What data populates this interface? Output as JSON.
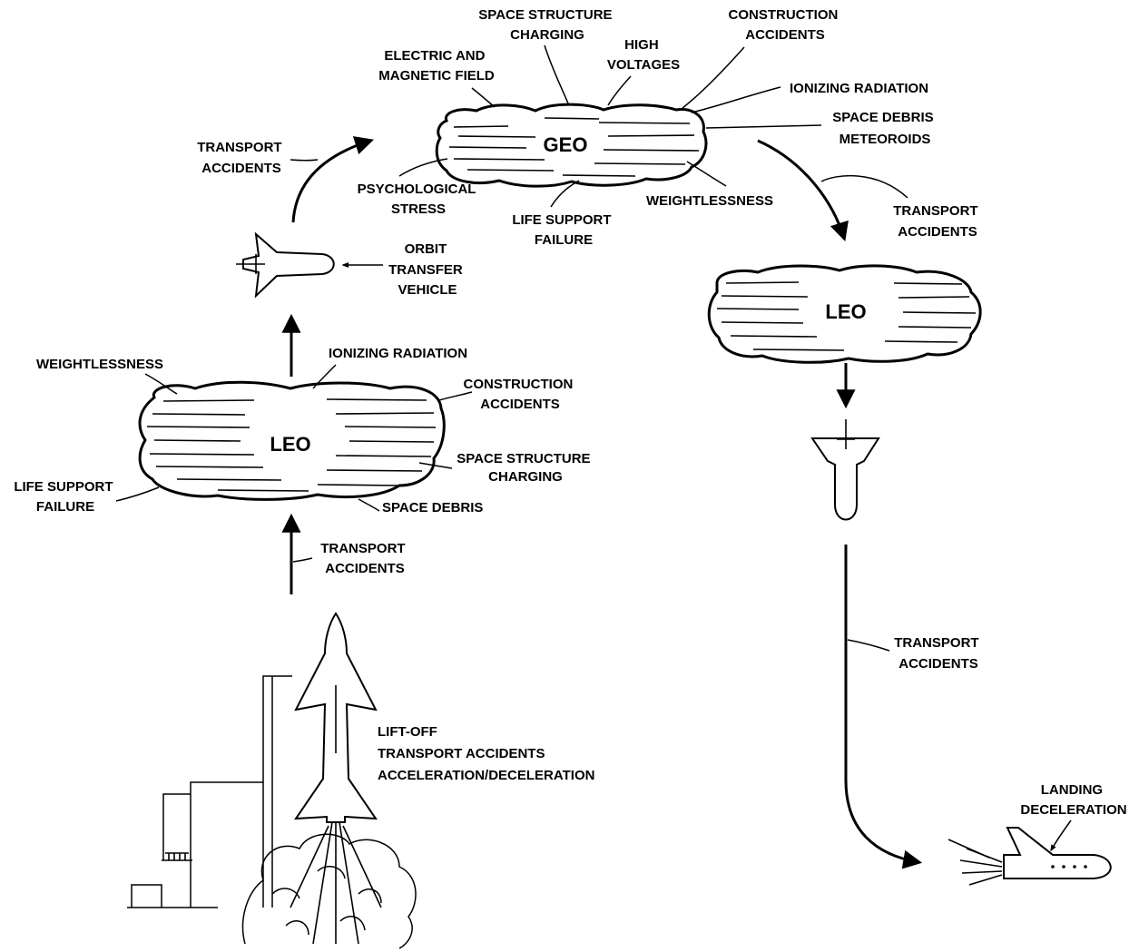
{
  "geo_cloud": {
    "name": "GEO",
    "hazards": {
      "space_structure_charging": [
        "SPACE STRUCTURE",
        "CHARGING"
      ],
      "high_voltages": [
        "HIGH",
        "VOLTAGES"
      ],
      "construction_accidents": [
        "CONSTRUCTION",
        "ACCIDENTS"
      ],
      "electric_magnetic_field": [
        "ELECTRIC AND",
        "MAGNETIC FIELD"
      ],
      "ionizing_radiation": "IONIZING RADIATION",
      "space_debris_meteoroids": [
        "SPACE DEBRIS",
        "METEOROIDS"
      ],
      "psychological_stress": [
        "PSYCHOLOGICAL",
        "STRESS"
      ],
      "life_support_failure": [
        "LIFE SUPPORT",
        "FAILURE"
      ],
      "weightlessness": "WEIGHTLESSNESS"
    }
  },
  "leo_left": {
    "name": "LEO",
    "hazards": {
      "weightlessness": "WEIGHTLESSNESS",
      "ionizing_radiation": "IONIZING RADIATION",
      "construction_accidents": [
        "CONSTRUCTION",
        "ACCIDENTS"
      ],
      "space_structure_charging": [
        "SPACE STRUCTURE",
        "CHARGING"
      ],
      "life_support_failure": [
        "LIFE SUPPORT",
        "FAILURE"
      ],
      "space_debris": "SPACE DEBRIS"
    }
  },
  "leo_right": {
    "name": "LEO"
  },
  "transfer_to_geo": [
    "TRANSPORT",
    "ACCIDENTS"
  ],
  "orbit_transfer_vehicle": [
    "ORBIT",
    "TRANSFER",
    "VEHICLE"
  ],
  "ascent_to_leo": [
    "TRANSPORT",
    "ACCIDENTS"
  ],
  "liftoff": [
    "LIFT-OFF",
    "TRANSPORT ACCIDENTS",
    "ACCELERATION/DECELERATION"
  ],
  "return_from_geo": [
    "TRANSPORT",
    "ACCIDENTS"
  ],
  "descent": [
    "TRANSPORT",
    "ACCIDENTS"
  ],
  "landing": [
    "LANDING",
    "DECELERATION"
  ]
}
